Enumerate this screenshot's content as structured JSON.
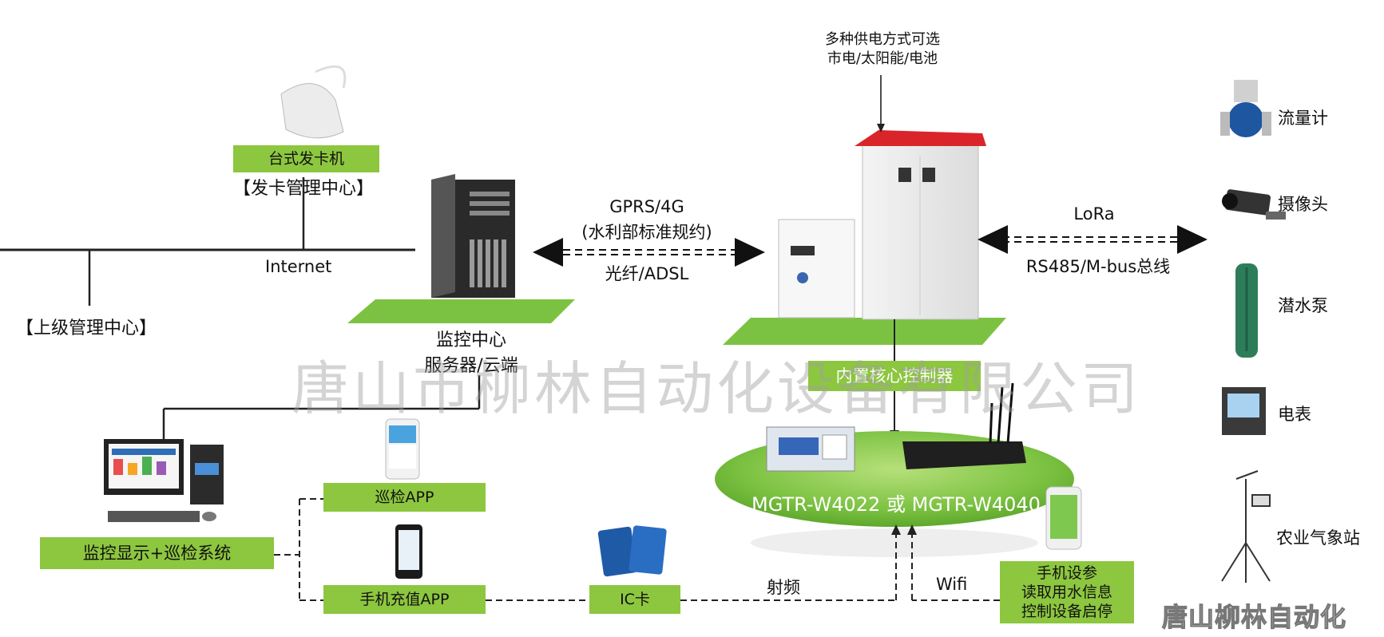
{
  "top_note": {
    "line1": "多种供电方式可选",
    "line2": "市电/太阳能/电池"
  },
  "card_issuer": {
    "label": "台式发卡机",
    "center": "【发卡管理中心】"
  },
  "network": {
    "internet": "Internet",
    "upper": "【上级管理中心】"
  },
  "monitor_center": {
    "title": "监控中心",
    "subtitle": "服务器/云端"
  },
  "link_left": {
    "top": "GPRS/4G",
    "middle": "(水利部标准规约)",
    "bottom": "光纤/ADSL"
  },
  "link_right": {
    "top": "LoRa",
    "bottom": "RS485/M-bus总线"
  },
  "core_controller": "内置核心控制器",
  "controller_models": "MGTR-W4022 或 MGTR-W4040",
  "devices": [
    {
      "label": "流量计",
      "icon": "flowmeter-icon"
    },
    {
      "label": "摄像头",
      "icon": "camera-icon"
    },
    {
      "label": "潜水泵",
      "icon": "pump-icon"
    },
    {
      "label": "电表",
      "icon": "meter-icon"
    },
    {
      "label": "农业气象站",
      "icon": "weather-station-icon"
    }
  ],
  "apps": {
    "patrol": "巡检APP",
    "recharge": "手机充值APP",
    "system": "监控显示+巡检系统",
    "ic_card": "IC卡"
  },
  "links_bottom": {
    "rf": "射频",
    "wifi": "Wifi"
  },
  "phone_box": {
    "line1": "手机设参",
    "line2": "读取用水信息",
    "line3": "控制设备启停"
  },
  "watermark": "唐山市柳林自动化设备有限公司",
  "logo": "唐山柳林自动化",
  "colors": {
    "label_green": "#8dc63f",
    "roof_red": "#d9252a",
    "ground_green": "#7cc242"
  }
}
